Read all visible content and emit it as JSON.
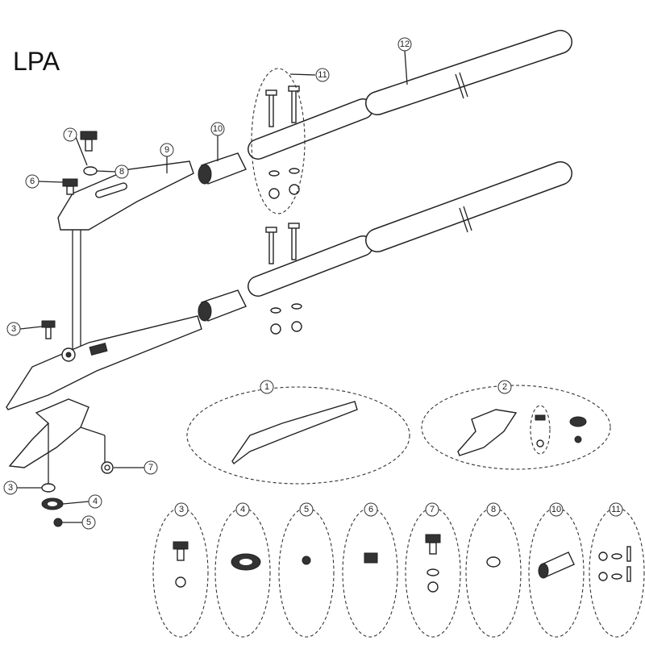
{
  "title": "LPA",
  "callouts": {
    "c12": "12",
    "c11": "11",
    "c10": "10",
    "c9": "9",
    "c8": "8",
    "c7a": "7",
    "c6": "6",
    "c3a": "3",
    "c1": "1",
    "c2": "2",
    "c7b": "7",
    "c3b": "3",
    "c4": "4",
    "c5": "5",
    "row": [
      "3",
      "4",
      "5",
      "6",
      "7",
      "8",
      "10",
      "11"
    ]
  }
}
